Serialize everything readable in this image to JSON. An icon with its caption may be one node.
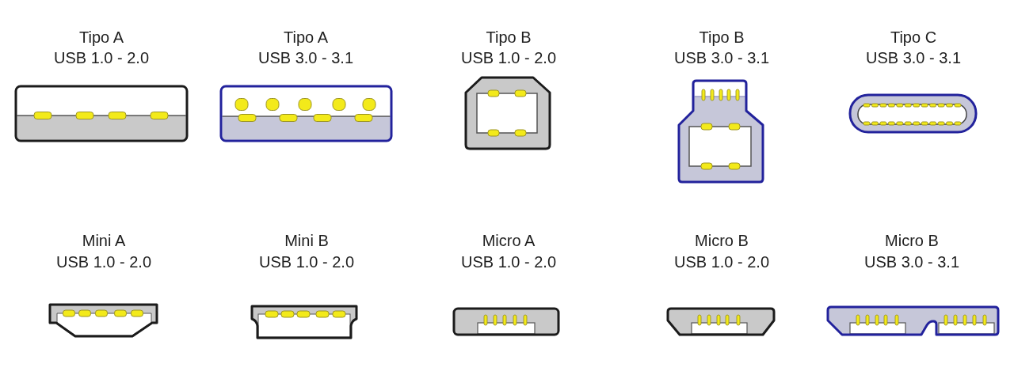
{
  "diagram": {
    "nodes": [
      {
        "text": [
          "Tipo A",
          "USB 1.0 - 2.0"
        ]
      },
      {
        "text": [
          "Tipo A",
          "USB 3.0 - 3.1"
        ]
      },
      {
        "text": [
          "Tipo B",
          "USB 1.0 - 2.0"
        ]
      },
      {
        "text": [
          "Tipo B",
          "USB 3.0 - 3.1"
        ]
      },
      {
        "text": [
          "Tipo C",
          "USB 3.0 - 3.1"
        ]
      },
      {
        "text": [
          "Mini A",
          "USB 1.0 - 2.0"
        ]
      },
      {
        "text": [
          "Mini B",
          "USB 1.0 - 2.0"
        ]
      },
      {
        "text": [
          "Micro A",
          "USB 1.0 - 2.0"
        ]
      },
      {
        "text": [
          "Micro B",
          "USB 1.0 - 2.0"
        ]
      },
      {
        "text": [
          "Micro B",
          "USB 3.0 - 3.1"
        ]
      }
    ]
  }
}
